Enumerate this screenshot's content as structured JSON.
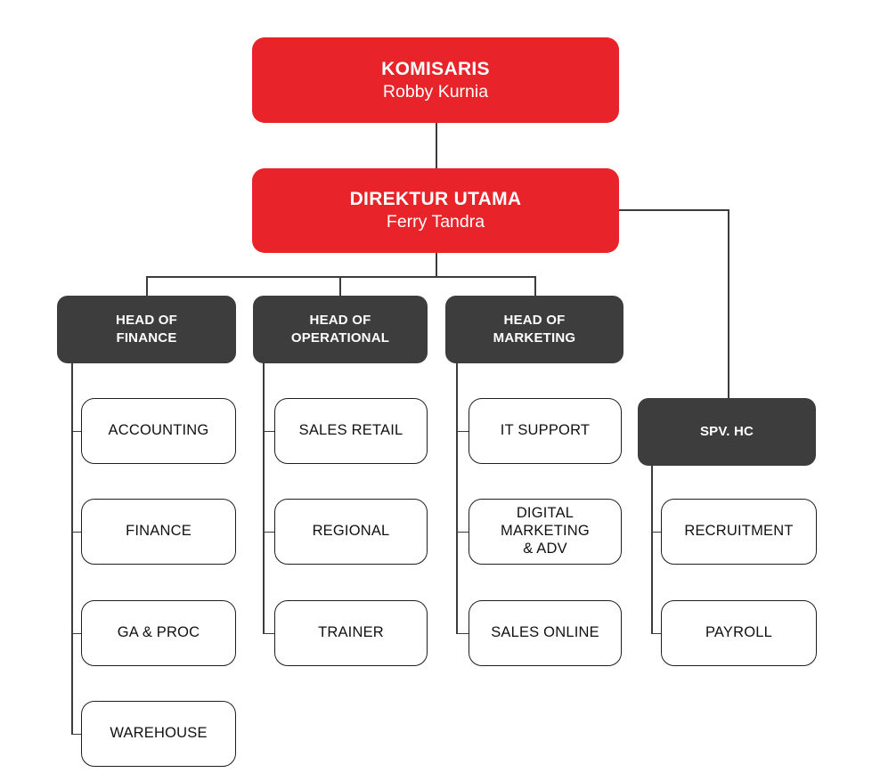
{
  "colors": {
    "executive_red": "#e82329",
    "head_dark": "#3d3d3d",
    "connector": "#3c3c3c",
    "leaf_border": "#1d1d1d",
    "background": "#ffffff"
  },
  "org": {
    "komisaris": {
      "title": "KOMISARIS",
      "person": "Robby Kurnia"
    },
    "direktur_utama": {
      "title": "DIREKTUR UTAMA",
      "person": "Ferry Tandra"
    },
    "departments": [
      {
        "head": "HEAD OF\nFINANCE",
        "children": [
          "ACCOUNTING",
          "FINANCE",
          "GA & PROC",
          "WAREHOUSE"
        ]
      },
      {
        "head": "HEAD OF\nOPERATIONAL",
        "children": [
          "SALES RETAIL",
          "REGIONAL",
          "TRAINER"
        ]
      },
      {
        "head": "HEAD OF\nMARKETING",
        "children": [
          "IT SUPPORT",
          "DIGITAL\nMARKETING\n& ADV",
          "SALES ONLINE"
        ]
      },
      {
        "head": "SPV. HC",
        "children": [
          "RECRUITMENT",
          "PAYROLL"
        ]
      }
    ]
  }
}
